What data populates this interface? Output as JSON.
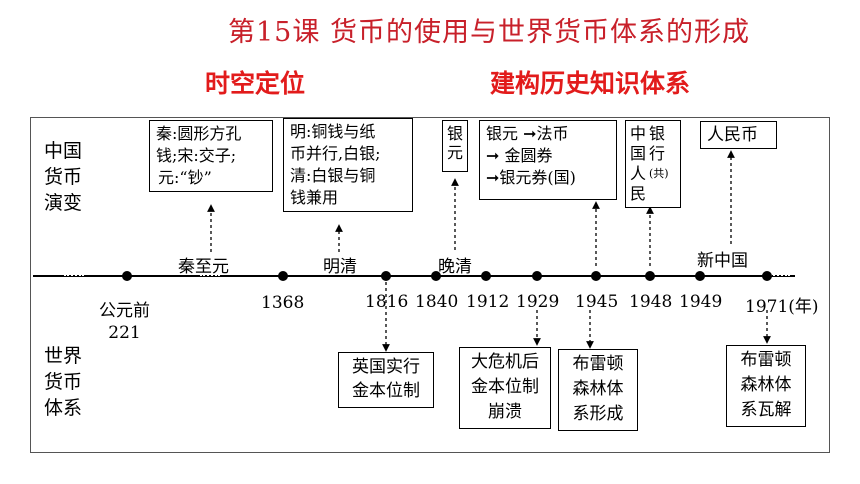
{
  "header": {
    "title": "第15课 货币的使用与世界货币体系的形成",
    "left_subtitle": "时空定位",
    "right_subtitle": "建构历史知识体系"
  },
  "labels": {
    "china_line1": "中国",
    "china_line2": "货币",
    "china_line3": "演变",
    "world_line1": "世界",
    "world_line2": "货币",
    "world_line3": "体系"
  },
  "eras": {
    "qin_yuan": "秦至元",
    "ming_qing": "明清",
    "late_qing": "晚清",
    "new_china": "新中国"
  },
  "years": {
    "y221_line1": "公元前",
    "y221_line2": "221",
    "y1368": "1368",
    "y1816": "1816",
    "y1840": "1840",
    "y1912": "1912",
    "y1929": "1929",
    "y1945": "1945",
    "y1948": "1948",
    "y1949": "1949",
    "y1971": "1971",
    "unit": "(年)"
  },
  "china_boxes": {
    "qin": [
      "秦:圆形方孔",
      "钱;宋:交子;",
      "元:“钞”"
    ],
    "ming": [
      "明:铜钱与纸",
      "币并行,白银;",
      "清:白银与铜",
      "钱兼用"
    ],
    "silver_yuan": [
      "银",
      "元"
    ],
    "republic": {
      "line1_a": "银元",
      "line1_b": "法币",
      "line2": "金圆券",
      "line3": "银元券(国)"
    },
    "bank": {
      "col1": [
        "中",
        "国",
        "人",
        "民"
      ],
      "col2": [
        "银",
        "行",
        "(共)"
      ]
    },
    "rmb": "人民币"
  },
  "world_boxes": {
    "britain": [
      "英国实行",
      "金本位制"
    ],
    "crisis": [
      "大危机后",
      "金本位制",
      "崩溃"
    ],
    "bretton_form": [
      "布雷顿",
      "森林体",
      "系形成"
    ],
    "bretton_collapse": [
      "布雷顿",
      "森林体",
      "系瓦解"
    ]
  }
}
